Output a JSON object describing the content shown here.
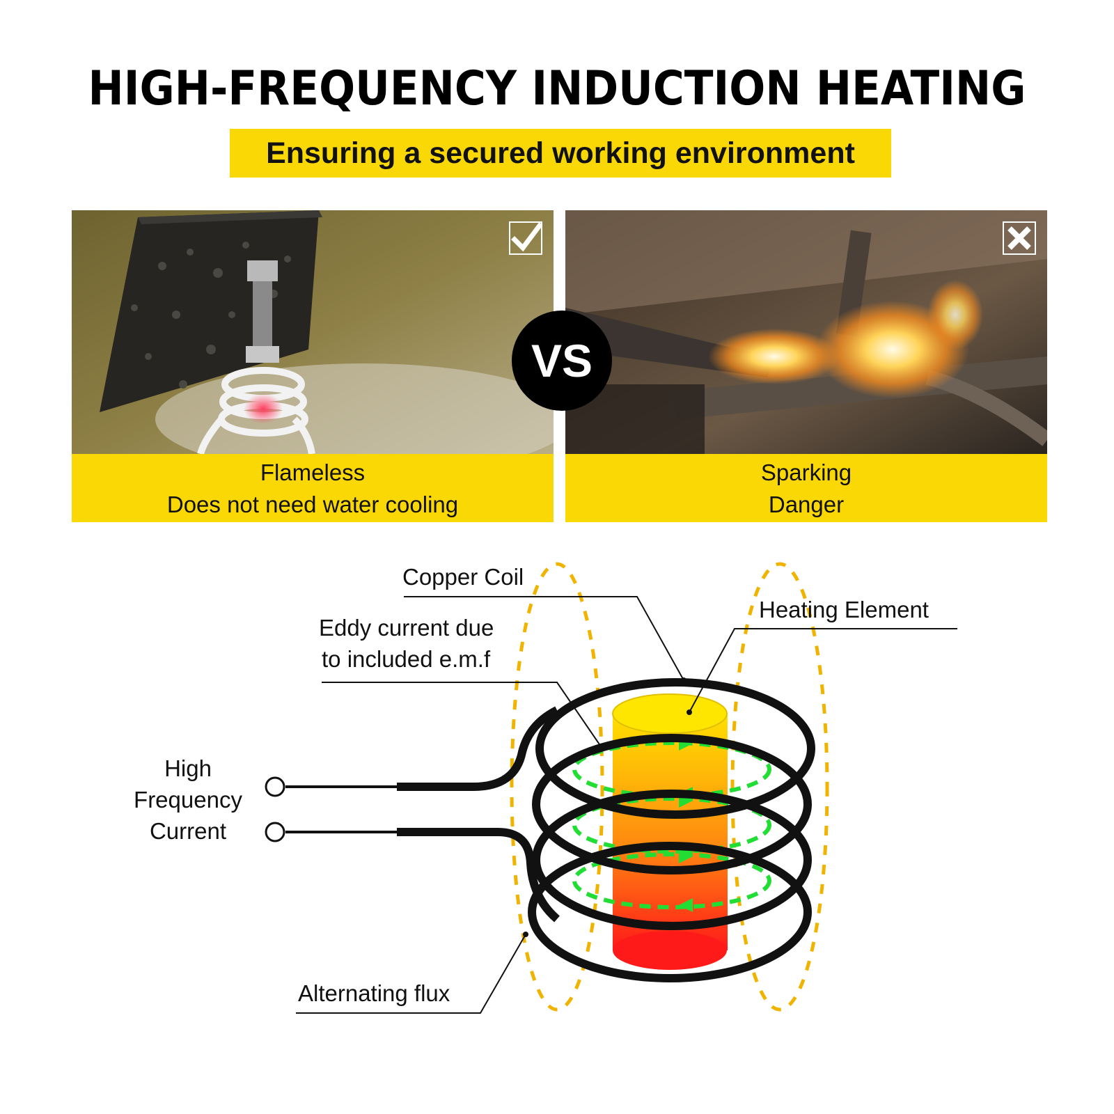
{
  "header": {
    "title": "HIGH-FREQUENCY INDUCTION HEATING",
    "subtitle": "Ensuring a secured working environment"
  },
  "comparison": {
    "left": {
      "caption_line1": "Flameless",
      "caption_line2": "Does not need water cooling",
      "mark_icon": "checkmark-icon"
    },
    "vs_label": "VS",
    "right": {
      "caption_line1": "Sparking",
      "caption_line2": "Danger",
      "mark_icon": "x-mark-icon"
    }
  },
  "diagram": {
    "labels": {
      "copper_coil": "Copper Coil",
      "heating_element": "Heating Element",
      "eddy_line1": "Eddy current due",
      "eddy_line2": "to included e.m.f",
      "hf_line1": "High",
      "hf_line2": "Frequency",
      "hf_line3": "Current",
      "flux": "Alternating flux"
    },
    "colors": {
      "accent_yellow": "#f9d806",
      "flux_dash": "#f0b400",
      "eddy_green": "#22dd33",
      "element_top": "#ffe000",
      "element_bottom": "#ff1a1a"
    }
  }
}
